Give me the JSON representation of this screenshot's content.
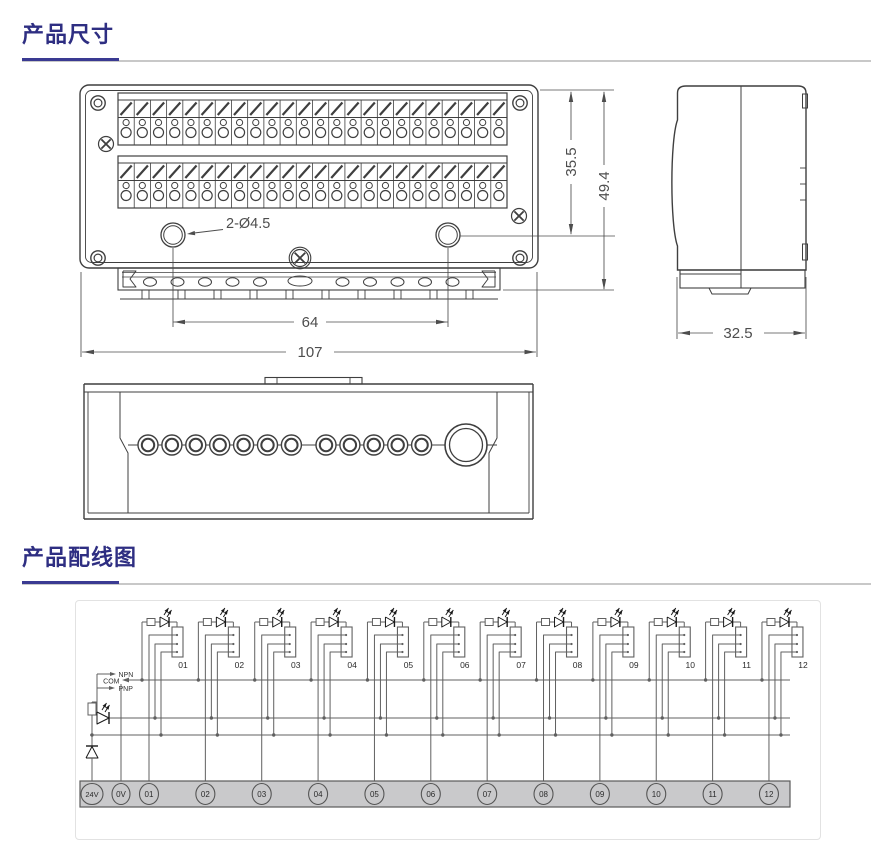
{
  "sections": {
    "dimensions": {
      "title": "产品尺寸"
    },
    "wiring": {
      "title": "产品配线图"
    }
  },
  "theme": {
    "title_color": "#2e2e82",
    "rule_accent": "#3a3a92",
    "rule_line": "#c8c8c8",
    "drawing_line": "#3f3f3f",
    "dim_text": "#4d4d4d",
    "wire_line": "#606060",
    "component_ink": "#1a1a1a",
    "bar_fill": "#c9c9cb",
    "label_text": "#2b2b2b"
  },
  "dimensions": {
    "hole_callout": "2-Ø4.5",
    "hole_span": "64",
    "overall_width": "107",
    "terminal_height": "35.5",
    "overall_height": "49.4",
    "depth": "32.5"
  },
  "wiring": {
    "output_labels": {
      "npn": "NPN",
      "com": "COM",
      "pnp": "PNP"
    },
    "connector_labels": [
      "01",
      "02",
      "03",
      "04",
      "05",
      "06",
      "07",
      "08",
      "09",
      "10",
      "11",
      "12"
    ],
    "terminal_labels": [
      "24V",
      "0V",
      "01",
      "02",
      "03",
      "04",
      "05",
      "06",
      "07",
      "08",
      "09",
      "10",
      "11",
      "12"
    ]
  }
}
